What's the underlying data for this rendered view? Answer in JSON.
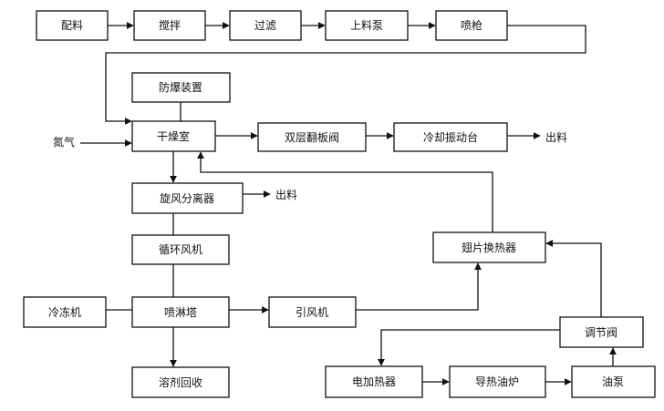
{
  "nodes": {
    "peiliao": "配料",
    "jiaoban": "搅拌",
    "guolv": "过滤",
    "shangliaobeng": "上料泵",
    "penqiang": "喷枪",
    "fangbao": "防爆装置",
    "ganzaoshi": "干燥室",
    "shuangceng": "双层翻板阀",
    "lengque": "冷却振动台",
    "xuanfeng": "旋风分离器",
    "xunhuan": "循环风机",
    "lengdong": "冷冻机",
    "penlin": "喷淋塔",
    "yinfeng": "引风机",
    "rongji": "溶剂回收",
    "chipian": "翅片换热器",
    "tiaojie": "调节阀",
    "dianjia": "电加热器",
    "daore": "导热油炉",
    "youbeng": "油泵"
  },
  "labels": {
    "danqi": "氮气",
    "chuliao_top": "出料",
    "chuliao_mid": "出料"
  }
}
